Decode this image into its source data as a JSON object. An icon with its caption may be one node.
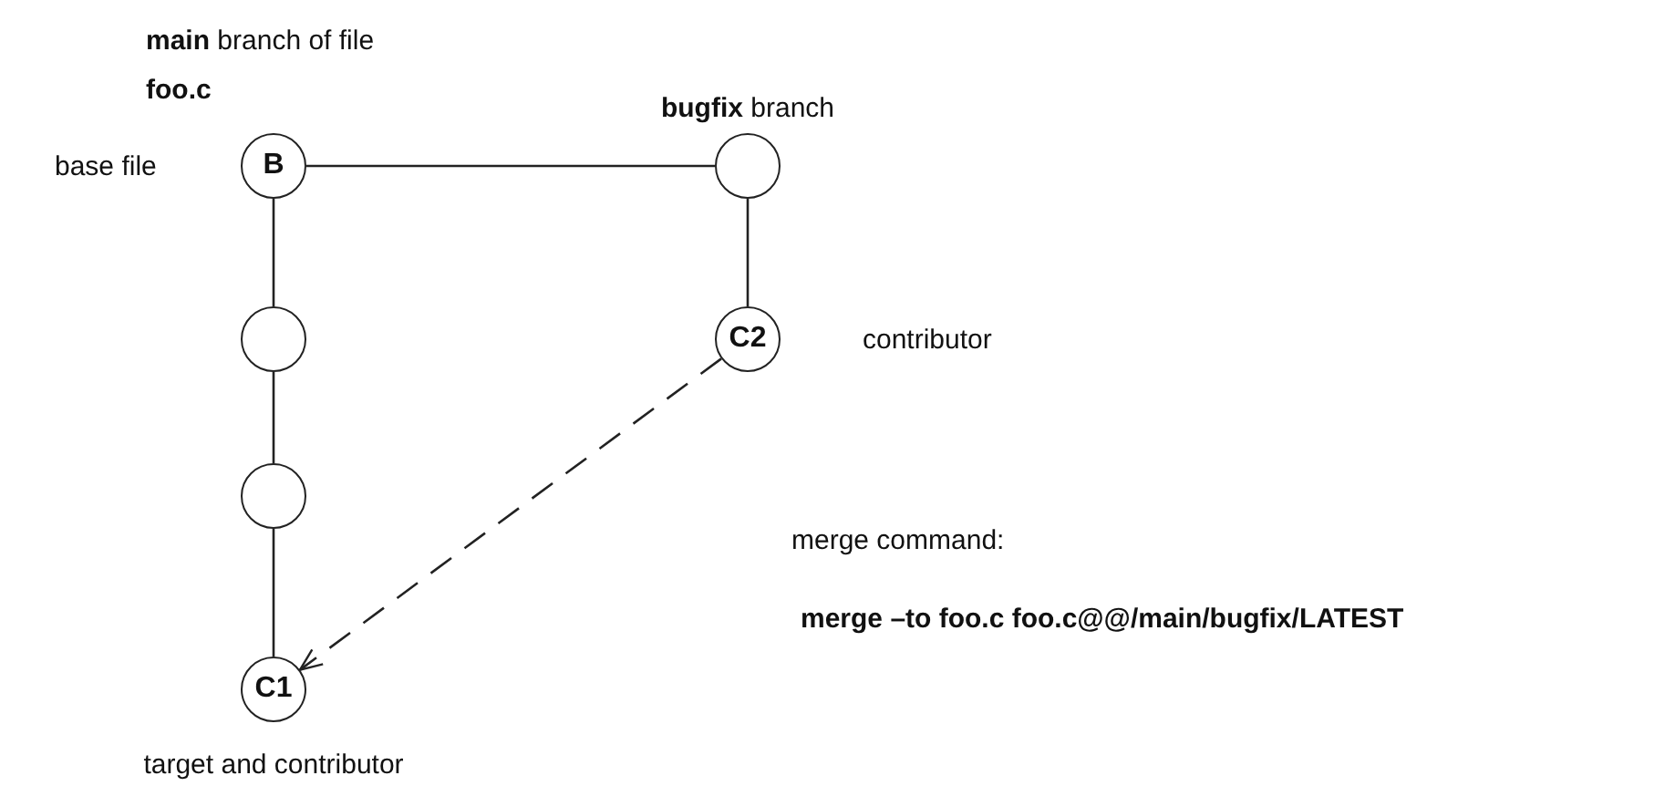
{
  "diagram": {
    "nodes": [
      {
        "text": [
          "B"
        ],
        "beside": [
          "**main** branch of file **foo.c**",
          "base file"
        ]
      },
      {
        "text": [],
        "shape": "circle",
        "beside": [
          "**bugfix** branch"
        ]
      },
      {
        "text": [],
        "shape": "circle"
      },
      {
        "text": [
          "C2"
        ],
        "beside": [
          "contributor"
        ]
      },
      {
        "text": [],
        "shape": "circle"
      },
      {
        "text": [
          "C1"
        ],
        "beside": [
          "target and contributor"
        ]
      }
    ],
    "edges": [
      {
        "from": 0,
        "to": 1,
        "arrow": "none"
      },
      {
        "from": 0,
        "to": 2,
        "arrow": "none"
      },
      {
        "from": 1,
        "to": 3,
        "arrow": "none"
      },
      {
        "from": 2,
        "to": 4,
        "arrow": "none"
      },
      {
        "from": 4,
        "to": 5,
        "arrow": "none"
      },
      {
        "from": 3,
        "to": 5,
        "arrow": "to",
        "style": "dashed"
      }
    ],
    "labels": [
      "merge command:",
      "merge –to foo.c foo.c@@/main/bugfix/LATEST"
    ]
  }
}
